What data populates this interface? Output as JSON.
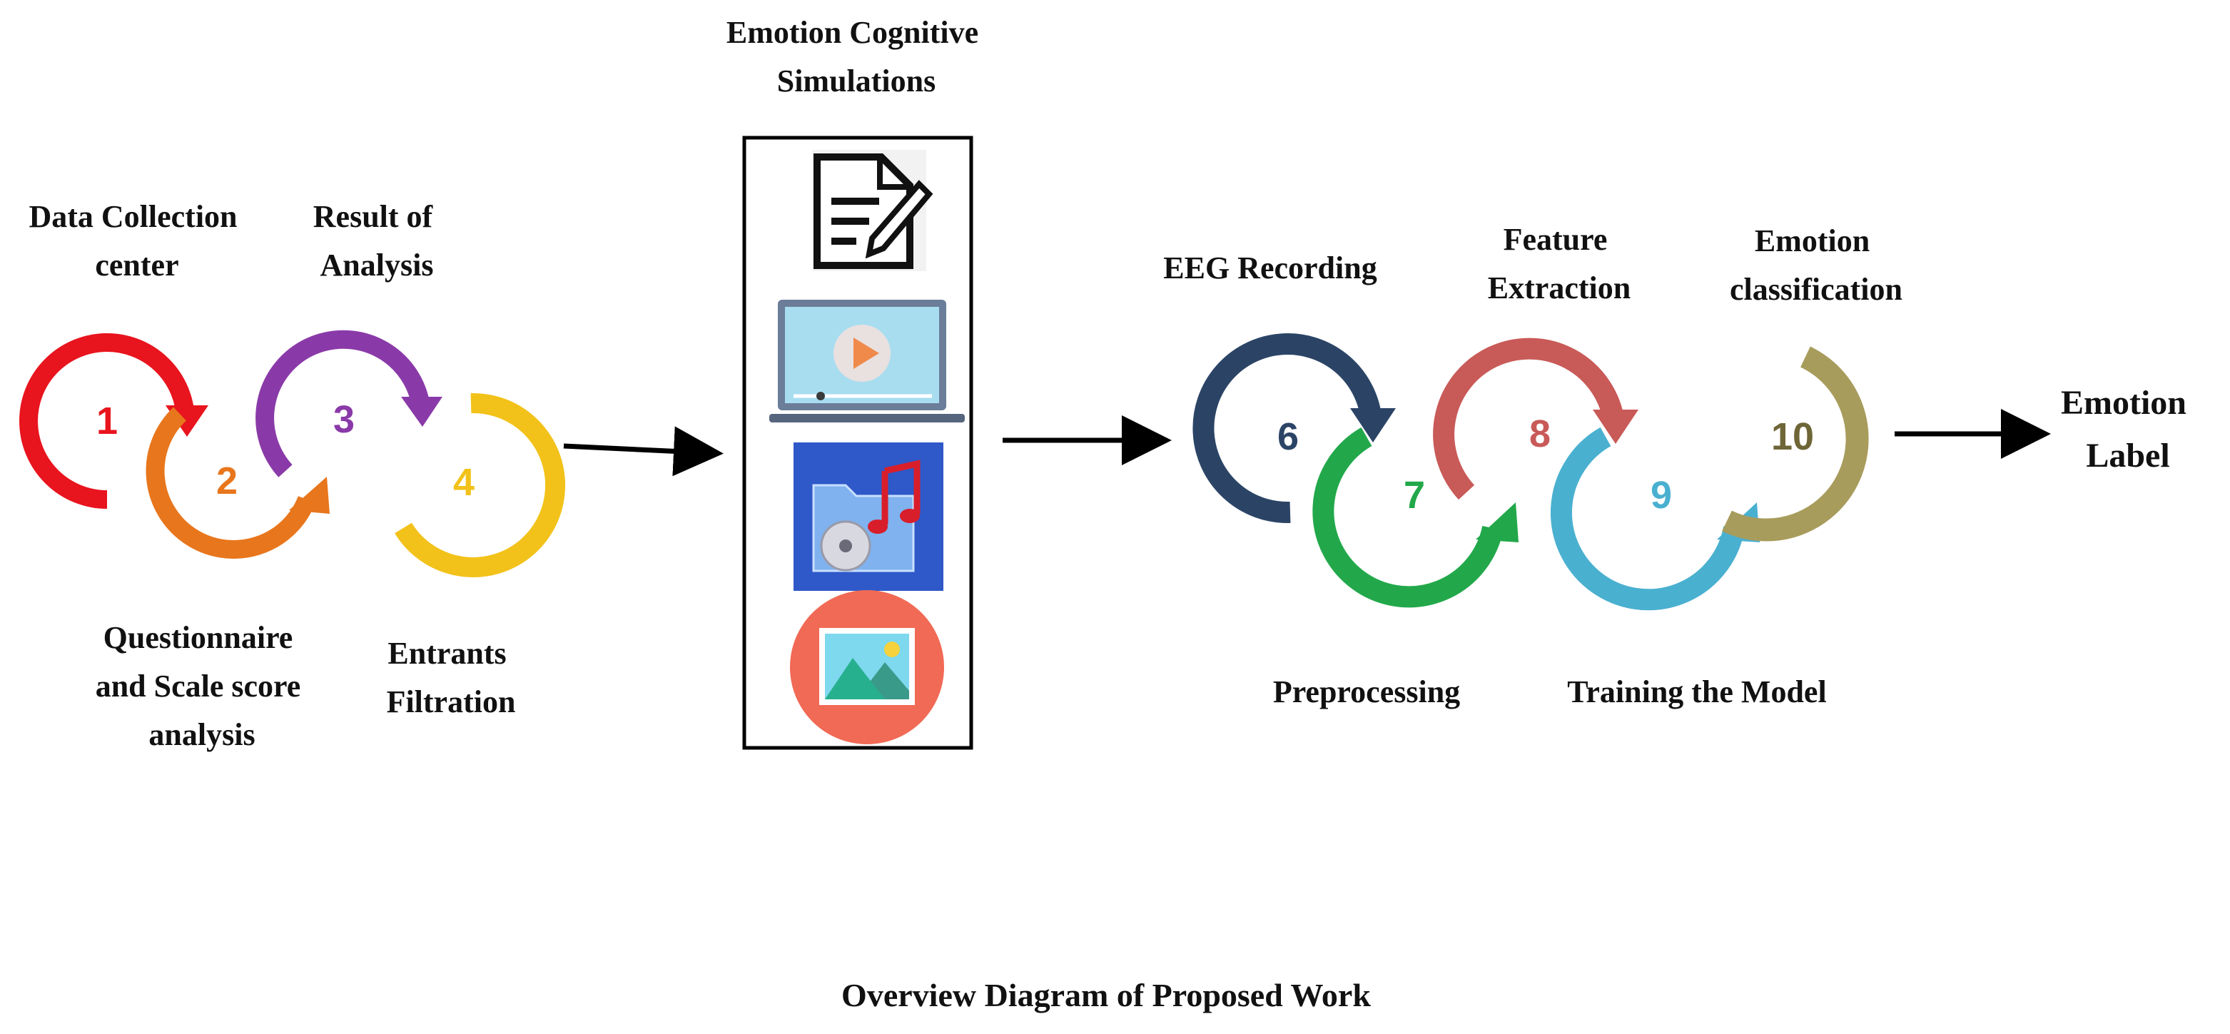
{
  "title": "Overview Diagram of Proposed Work",
  "left_group": {
    "steps": [
      {
        "number": "1",
        "label_lines": [
          "Data Collection",
          "center"
        ],
        "color": "#e8141e"
      },
      {
        "number": "2",
        "label_lines": [
          "Questionnaire",
          "and Scale score",
          "analysis"
        ],
        "color": "#e8761c"
      },
      {
        "number": "3",
        "label_lines": [
          "Result of",
          "Analysis"
        ],
        "color": "#8a3aa8"
      },
      {
        "number": "4",
        "label_lines": [
          "Entrants",
          "Filtration"
        ],
        "color": "#f2c21a"
      }
    ]
  },
  "simulations": {
    "title_lines": [
      "Emotion Cognitive",
      "Simulations"
    ],
    "icons": [
      "document-edit-icon",
      "laptop-video-icon",
      "music-folder-icon",
      "image-icon"
    ]
  },
  "right_group": {
    "steps": [
      {
        "number": "6",
        "label_lines": [
          "EEG Recording"
        ],
        "color": "#2b4466"
      },
      {
        "number": "7",
        "label_lines": [
          "Preprocessing"
        ],
        "color": "#22a84a"
      },
      {
        "number": "8",
        "label_lines": [
          "Feature",
          "Extraction"
        ],
        "color": "#c85a58"
      },
      {
        "number": "9",
        "label_lines": [
          "Training the Model"
        ],
        "color": "#4ab0d0"
      },
      {
        "number": "10",
        "label_lines": [
          "Emotion",
          "classification"
        ],
        "color": "#a89c5c"
      }
    ]
  },
  "output": {
    "label_lines": [
      "Emotion",
      "Label"
    ]
  }
}
